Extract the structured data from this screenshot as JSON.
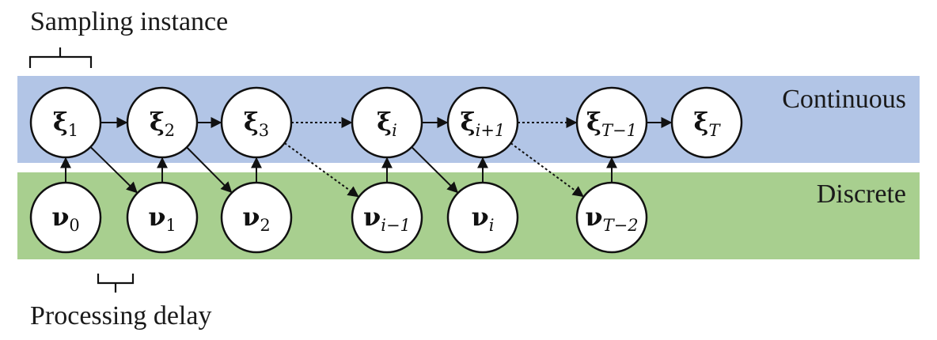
{
  "annotations": {
    "sampling_instance": "Sampling instance",
    "processing_delay": "Processing delay"
  },
  "bands": {
    "continuous": {
      "label": "Continuous",
      "color": "#b2c5e6"
    },
    "discrete": {
      "label": "Discrete",
      "color": "#a8cf8f"
    }
  },
  "nodes": {
    "continuous": [
      {
        "symbol": "ξ",
        "subscript": "1",
        "italic_sub": false
      },
      {
        "symbol": "ξ",
        "subscript": "2",
        "italic_sub": false
      },
      {
        "symbol": "ξ",
        "subscript": "3",
        "italic_sub": false
      },
      {
        "symbol": "ξ",
        "subscript": "i",
        "italic_sub": true
      },
      {
        "symbol": "ξ",
        "subscript": "i+1",
        "italic_sub": true
      },
      {
        "symbol": "ξ",
        "subscript": "T−1",
        "italic_sub": true
      },
      {
        "symbol": "ξ",
        "subscript": "T",
        "italic_sub": true
      }
    ],
    "discrete": [
      {
        "symbol": "ν",
        "subscript": "0",
        "italic_sub": false
      },
      {
        "symbol": "ν",
        "subscript": "1",
        "italic_sub": false
      },
      {
        "symbol": "ν",
        "subscript": "2",
        "italic_sub": false
      },
      {
        "symbol": "ν",
        "subscript": "i−1",
        "italic_sub": true
      },
      {
        "symbol": "ν",
        "subscript": "i",
        "italic_sub": true
      },
      {
        "symbol": "ν",
        "subscript": "T−2",
        "italic_sub": true
      }
    ]
  },
  "edges": {
    "horizontal": [
      {
        "from": 0,
        "to": 1,
        "style": "solid"
      },
      {
        "from": 1,
        "to": 2,
        "style": "solid"
      },
      {
        "from": 2,
        "to": 3,
        "style": "dotted"
      },
      {
        "from": 3,
        "to": 4,
        "style": "solid"
      },
      {
        "from": 4,
        "to": 5,
        "style": "dotted"
      },
      {
        "from": 5,
        "to": 6,
        "style": "solid"
      }
    ],
    "diagonal": [
      {
        "from": 0,
        "to": 1,
        "style": "solid"
      },
      {
        "from": 1,
        "to": 2,
        "style": "solid"
      },
      {
        "from": 2,
        "to": 3,
        "style": "dotted"
      },
      {
        "from": 3,
        "to": 4,
        "style": "solid"
      },
      {
        "from": 4,
        "to": 5,
        "style": "dotted"
      }
    ],
    "vertical": [
      {
        "from": 0,
        "to": 0
      },
      {
        "from": 1,
        "to": 1
      },
      {
        "from": 2,
        "to": 2
      },
      {
        "from": 3,
        "to": 3
      },
      {
        "from": 4,
        "to": 4
      },
      {
        "from": 5,
        "to": 5
      }
    ]
  }
}
